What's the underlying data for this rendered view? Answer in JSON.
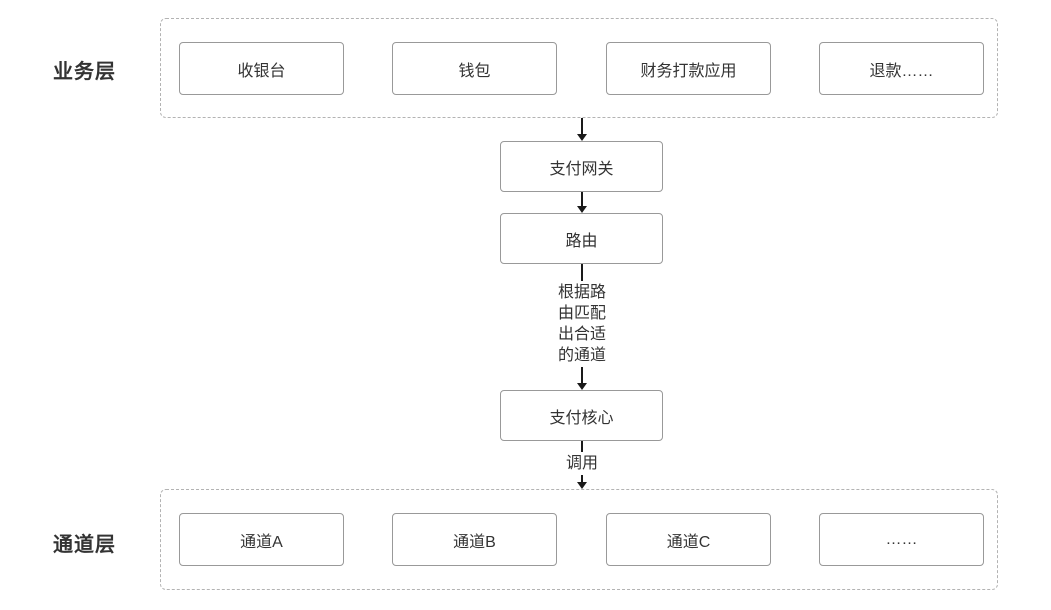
{
  "diagram": {
    "layers": {
      "business": {
        "label": "业务层",
        "nodes": [
          {
            "label": "收银台"
          },
          {
            "label": "钱包"
          },
          {
            "label": "财务打款应用"
          },
          {
            "label": "退款……"
          }
        ]
      },
      "channel": {
        "label": "通道层",
        "nodes": [
          {
            "label": "通道A"
          },
          {
            "label": "通道B"
          },
          {
            "label": "通道C"
          },
          {
            "label": "……"
          }
        ]
      }
    },
    "chain": {
      "gateway": "支付网关",
      "router": "路由",
      "core": "支付核心",
      "router_to_core_note": "根据路\n由匹配\n出合适\n的通道",
      "core_to_channel_note": "调用"
    },
    "colors": {
      "node_border": "#999999",
      "container_border": "#b3b3b3",
      "text": "#333333",
      "arrow": "#1a1a1a",
      "background": "#ffffff"
    }
  }
}
